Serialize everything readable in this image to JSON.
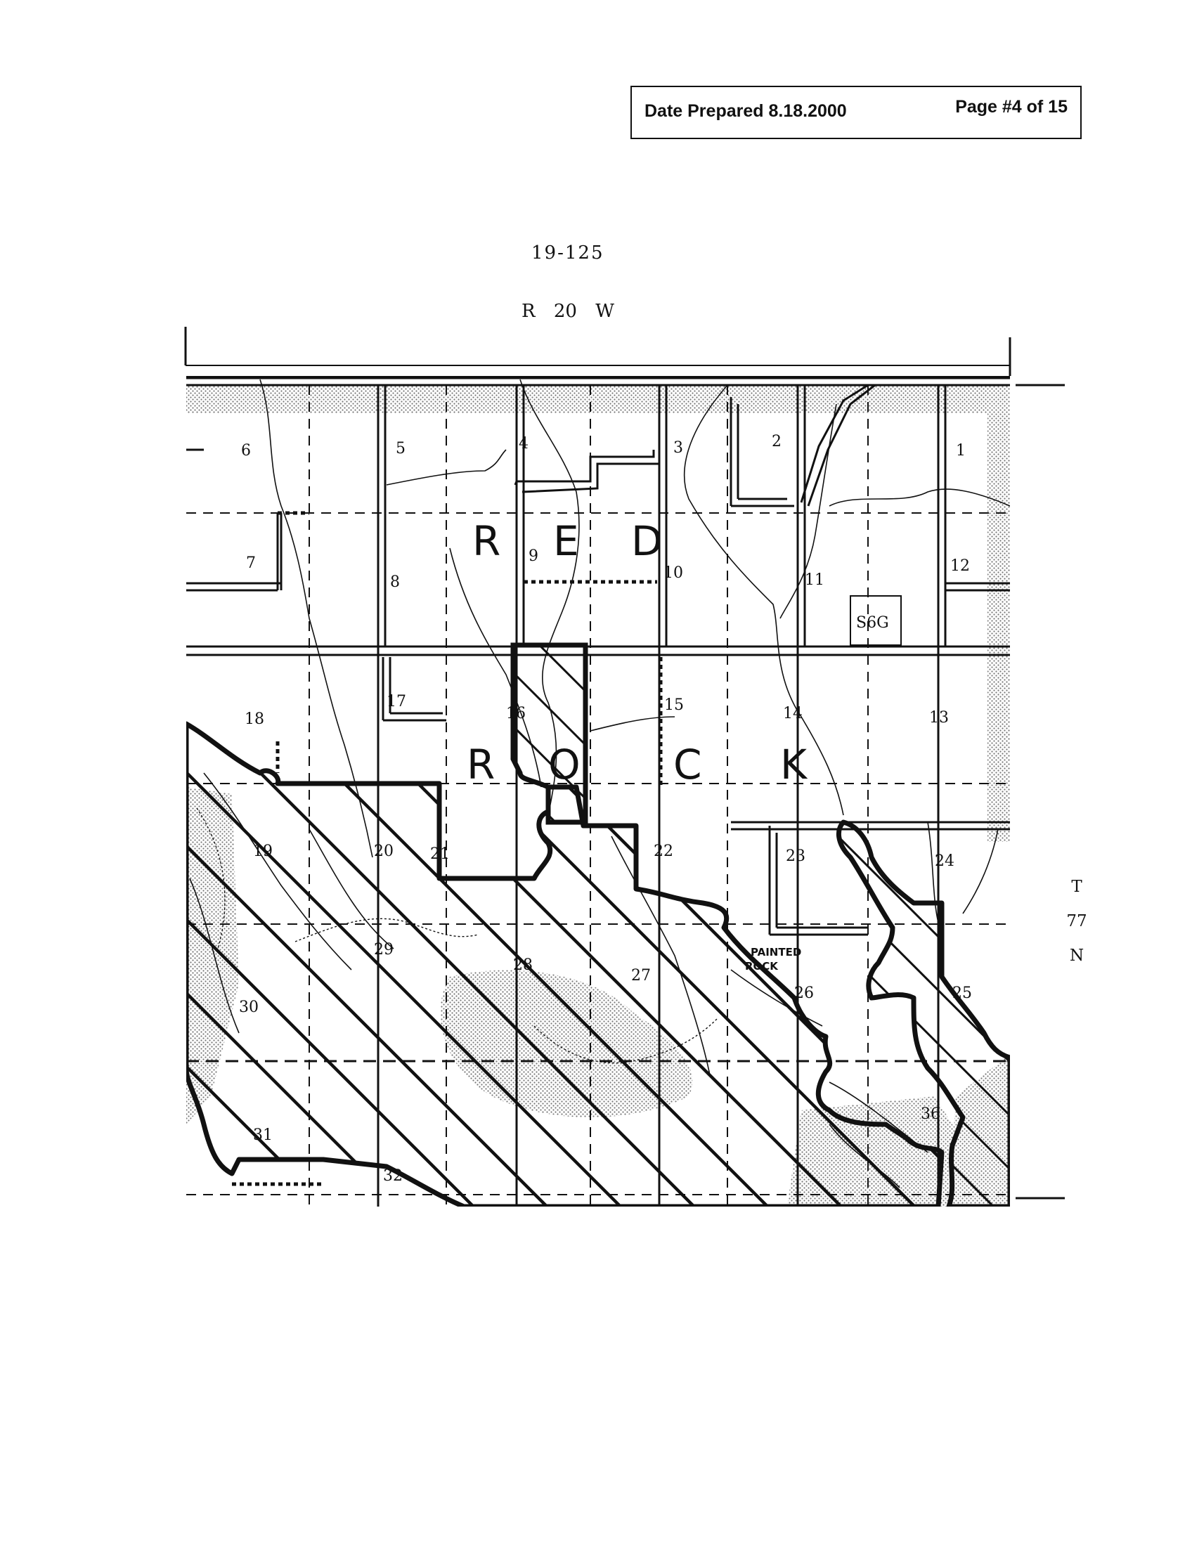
{
  "header": {
    "date_prepared": "Date Prepared 8.18.2000",
    "page": "Page #4 of 15"
  },
  "map_code": "19-125",
  "range": "R 20 W",
  "township": [
    "T",
    "77",
    "N"
  ],
  "area_letters": {
    "top": [
      "R",
      "E",
      "D"
    ],
    "bottom": [
      "R",
      "O",
      "C",
      "K"
    ]
  },
  "sections": [
    "6",
    "5",
    "4",
    "3",
    "2",
    "1",
    "7",
    "8",
    "9",
    "10",
    "11",
    "12",
    "18",
    "17",
    "16",
    "15",
    "14",
    "13",
    "19",
    "20",
    "21",
    "22",
    "23",
    "24",
    "30",
    "29",
    "28",
    "27",
    "26",
    "25",
    "31",
    "32",
    "36"
  ],
  "site_label": "S6G",
  "map_annotations": [
    "PAINTED",
    "ROCK"
  ],
  "colors": {
    "ink": "#111111",
    "shade": "#bdbdbd",
    "paper": "#ffffff"
  }
}
